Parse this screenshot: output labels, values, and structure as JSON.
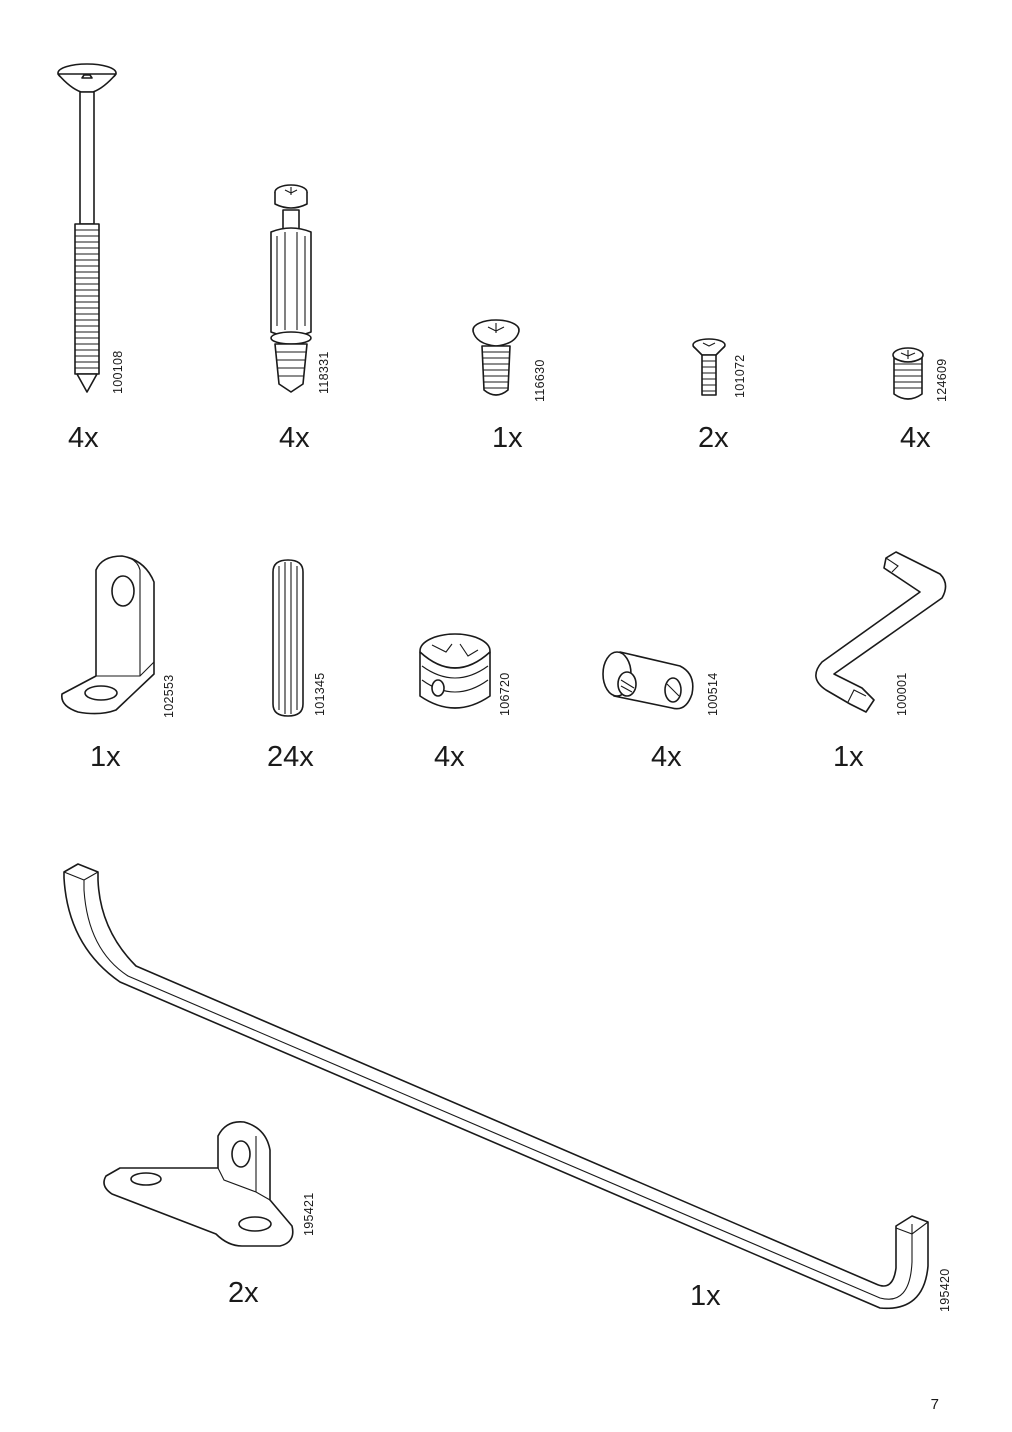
{
  "parts": [
    {
      "code": "100108",
      "qty": "4x"
    },
    {
      "code": "118331",
      "qty": "4x"
    },
    {
      "code": "116630",
      "qty": "1x"
    },
    {
      "code": "101072",
      "qty": "2x"
    },
    {
      "code": "124609",
      "qty": "4x"
    },
    {
      "code": "102553",
      "qty": "1x"
    },
    {
      "code": "101345",
      "qty": "24x"
    },
    {
      "code": "106720",
      "qty": "4x"
    },
    {
      "code": "100514",
      "qty": "4x"
    },
    {
      "code": "100001",
      "qty": "1x"
    },
    {
      "code": "195421",
      "qty": "2x"
    },
    {
      "code": "195420",
      "qty": "1x"
    }
  ],
  "page_number": "7"
}
